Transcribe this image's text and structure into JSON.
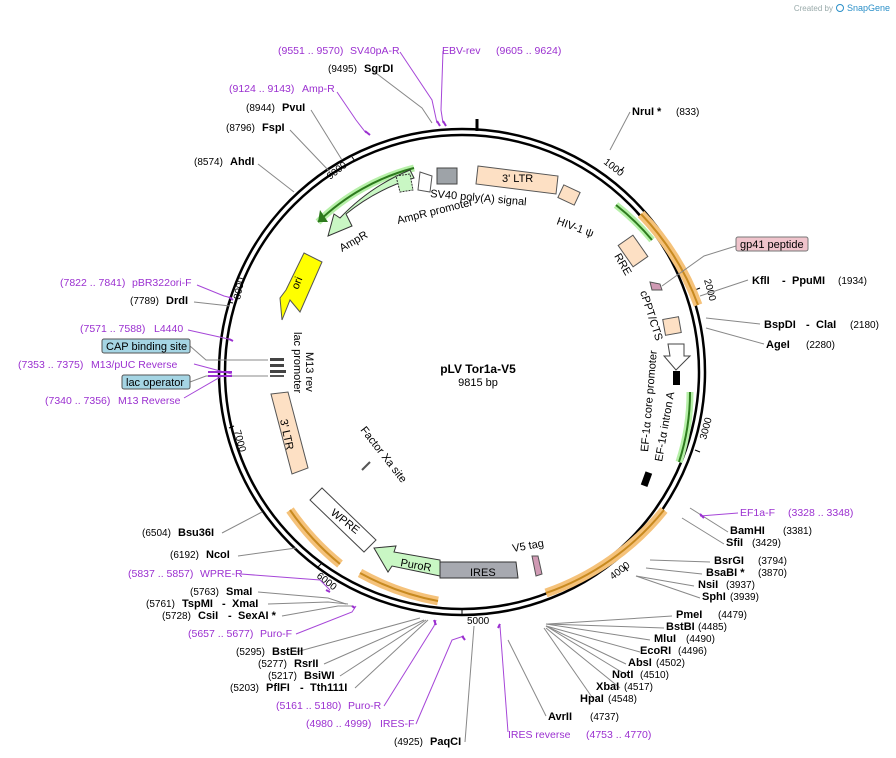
{
  "credit": {
    "prefix": "Created by",
    "brand": "SnapGene"
  },
  "map": {
    "name": "pLV Tor1a-V5",
    "length": "9815 bp"
  },
  "ticks": [
    "1000",
    "2000",
    "3000",
    "4000",
    "5000",
    "6000",
    "7000",
    "8000",
    "9000"
  ],
  "sites_top": [
    {
      "pos": "(9551 .. 9570)",
      "name": "SV40pA-R",
      "primer": true
    },
    {
      "pos": "(9605 .. 9624)",
      "name": "EBV-rev",
      "primer": true
    },
    {
      "pos": "(9495)",
      "name": "SgrDI"
    },
    {
      "pos": "(9124 .. 9143)",
      "name": "Amp-R",
      "primer": true
    },
    {
      "pos": "(8944)",
      "name": "PvuI"
    },
    {
      "pos": "(8796)",
      "name": "FspI"
    },
    {
      "pos": "(8574)",
      "name": "AhdI"
    }
  ],
  "sites_left": [
    {
      "pos": "(7822 .. 7841)",
      "name": "pBR322ori-F",
      "primer": true
    },
    {
      "pos": "(7789)",
      "name": "DrdI"
    },
    {
      "pos": "(7571 .. 7588)",
      "name": "L4440",
      "primer": true
    },
    {
      "name": "CAP binding site",
      "box": true
    },
    {
      "pos": "(7353 .. 7375)",
      "name": "M13/pUC Reverse",
      "primer": true
    },
    {
      "name": "lac operator",
      "box": true
    },
    {
      "pos": "(7340 .. 7356)",
      "name": "M13 Reverse",
      "primer": true
    }
  ],
  "sites_bottom_left": [
    {
      "pos": "(6504)",
      "name": "Bsu36I"
    },
    {
      "pos": "(6192)",
      "name": "NcoI"
    },
    {
      "pos": "(5837 .. 5857)",
      "name": "WPRE-R",
      "primer": true
    },
    {
      "pos": "(5763)",
      "name": "SmaI"
    },
    {
      "pos": "(5761)",
      "name": "TspMI",
      "alt": "XmaI"
    },
    {
      "pos": "(5728)",
      "name": "CsiI",
      "alt": "SexAI *"
    },
    {
      "pos": "(5657 .. 5677)",
      "name": "Puro-F",
      "primer": true
    },
    {
      "pos": "(5295)",
      "name": "BstEII"
    },
    {
      "pos": "(5277)",
      "name": "RsrII"
    },
    {
      "pos": "(5217)",
      "name": "BsiWI"
    },
    {
      "pos": "(5203)",
      "name": "PflFI",
      "alt": "Tth111I"
    },
    {
      "pos": "(5161 .. 5180)",
      "name": "Puro-R",
      "primer": true
    },
    {
      "pos": "(4980 .. 4999)",
      "name": "IRES-F",
      "primer": true
    },
    {
      "pos": "(4925)",
      "name": "PaqCI"
    }
  ],
  "sites_bottom_right": [
    {
      "pos": "(4753 .. 4770)",
      "name": "IRES reverse",
      "primer": true
    },
    {
      "pos": "(4737)",
      "name": "AvrII"
    },
    {
      "pos": "(4548)",
      "name": "HpaI"
    },
    {
      "pos": "(4517)",
      "name": "XbaI"
    },
    {
      "pos": "(4510)",
      "name": "NotI"
    },
    {
      "pos": "(4502)",
      "name": "AbsI"
    },
    {
      "pos": "(4496)",
      "name": "EcoRI"
    },
    {
      "pos": "(4490)",
      "name": "MluI"
    },
    {
      "pos": "(4485)",
      "name": "BstBI"
    },
    {
      "pos": "(4479)",
      "name": "PmeI"
    },
    {
      "pos": "(3939)",
      "name": "SphI"
    },
    {
      "pos": "(3937)",
      "name": "NsiI"
    },
    {
      "pos": "(3870)",
      "name": "BsaBI *"
    },
    {
      "pos": "(3794)",
      "name": "BsrGI"
    },
    {
      "pos": "(3429)",
      "name": "SfiI"
    },
    {
      "pos": "(3381)",
      "name": "BamHI"
    },
    {
      "pos": "(3328 .. 3348)",
      "name": "EF1a-F",
      "primer": true
    }
  ],
  "sites_right": [
    {
      "pos": "(833)",
      "name": "NruI *"
    },
    {
      "name": "gp41 peptide",
      "box": true
    },
    {
      "pos": "(1934)",
      "name": "KflI",
      "alt": "PpuMI"
    },
    {
      "pos": "(2180)",
      "name": "BspDI",
      "alt": "ClaI"
    },
    {
      "pos": "(2280)",
      "name": "AgeI"
    }
  ],
  "features": {
    "ltr5": "3' LTR",
    "hiv": "HIV-1 ψ",
    "sv40": "SV40 poly(A) signal",
    "ampr_promoter": "AmpR promoter",
    "ampr": "AmpR",
    "ori": "ori",
    "lac_promoter": "lac promoter",
    "m13rev": "M13 rev",
    "ltr3": "3' LTR",
    "factor_xa": "Factor Xa site",
    "wpre": "WPRE",
    "puror": "PuroR",
    "ires": "IRES",
    "v5": "V5 tag",
    "rre": "RRE",
    "cppt": "cPPT/CTS",
    "ef1a_core": "EF-1α core promoter",
    "ef1a_intron": "EF-1α intron A"
  },
  "colors": {
    "primer": "#9b30d0",
    "ltr": "#fde0c4",
    "ampr": "#c9f7c4",
    "ori": "#ffff00",
    "puror": "#c9f7c4",
    "ires": "#a7a9b0",
    "orange_highlight": "#f5c27a",
    "green_arrow": "#2d9a2d"
  }
}
